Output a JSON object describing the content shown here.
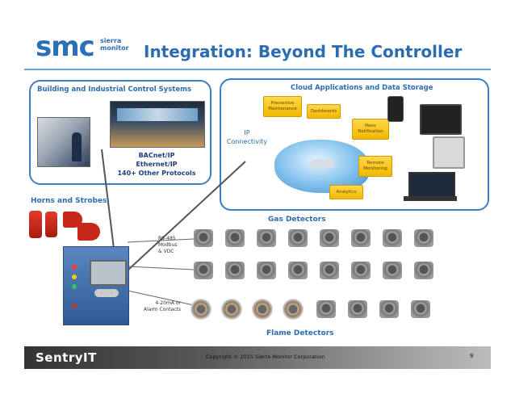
{
  "header": {
    "logo_mark": "smc",
    "logo_sub_line1": "sierra",
    "logo_sub_line2": "monitor",
    "title": "Integration: Beyond The Controller"
  },
  "left_box": {
    "title": "Building and Industrial Control Systems",
    "protocols": [
      "BACnet/IP",
      "Ethernet/IP",
      "140+ Other Protocols"
    ]
  },
  "horns": {
    "label": "Horns and Strobes"
  },
  "cloud_box": {
    "title": "Cloud Applications  and  Data Storage",
    "ip_label_line1": "IP",
    "ip_label_line2": "Connectivity",
    "services": {
      "preventive": "Preventive Maintenance",
      "dashboards": "Dashboards",
      "mass": "Mass Notification",
      "remote": "Remote Monitoring",
      "analytics": "Analytics"
    }
  },
  "detectors": {
    "gas_label": "Gas Detectors",
    "flame_label": "Flame Detectors",
    "rs485": [
      "RS-485",
      "Modbus",
      "& VDC"
    ],
    "analog": [
      "4-20mA or",
      "Alarm Contacts"
    ]
  },
  "footer": {
    "brand": "SentryIT",
    "copyright": "Copyright © 2015 Sierra Monitor Corporation",
    "page": "9"
  },
  "colors": {
    "accent": "#2c6cb0",
    "box_border": "#3a7fc4",
    "pill": "#f0b800"
  }
}
